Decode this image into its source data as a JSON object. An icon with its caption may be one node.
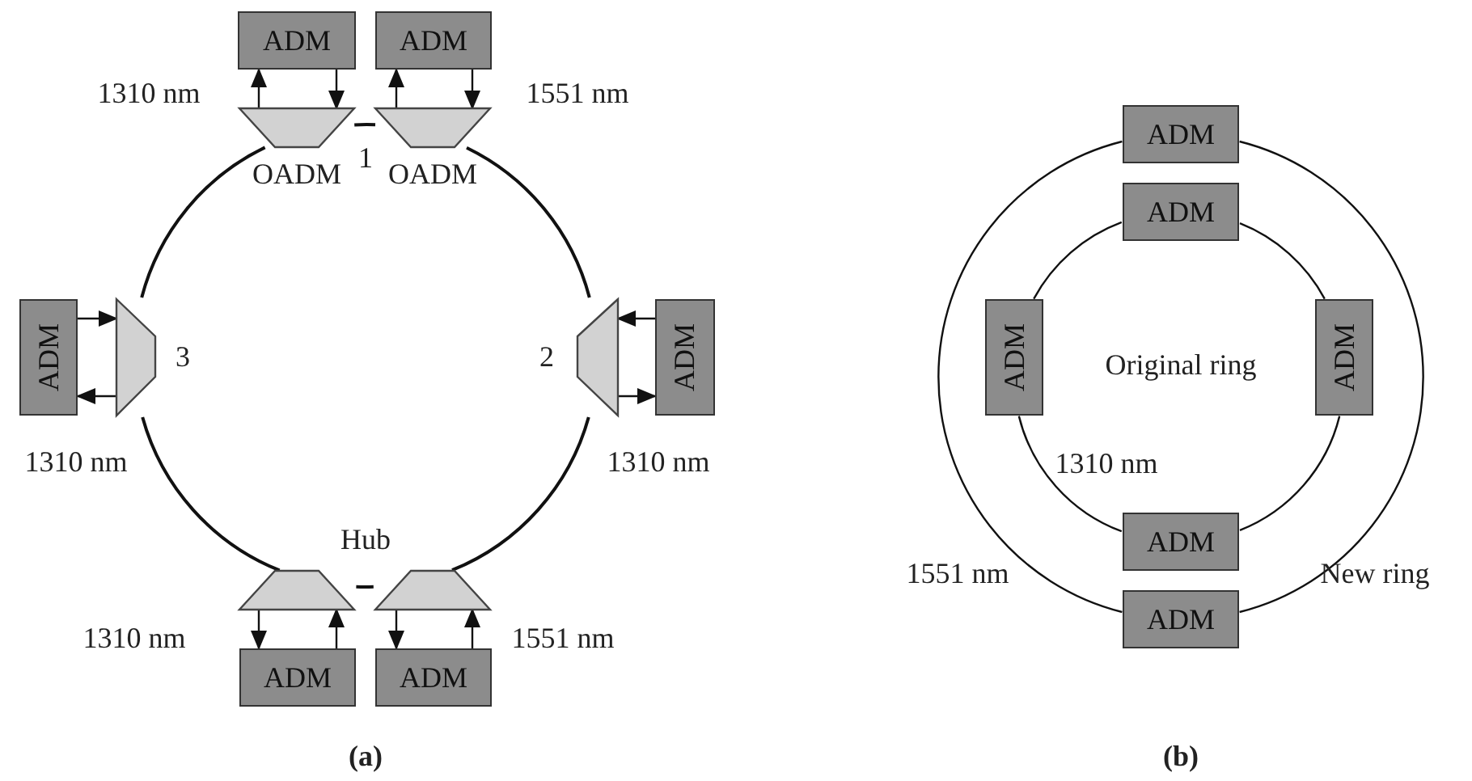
{
  "diagram": {
    "nodes": [
      {
        "text": [
          "ADM"
        ]
      },
      {
        "text": [
          "ADM"
        ]
      },
      {
        "text": [
          "OADM"
        ]
      },
      {
        "text": [
          "OADM"
        ]
      },
      {
        "text": [
          "ADM"
        ]
      },
      {
        "text": [],
        "shape": "trapezoid",
        "beside": [
          "3"
        ]
      },
      {
        "text": [],
        "shape": "trapezoid",
        "beside": [
          "2"
        ]
      },
      {
        "text": [
          "ADM"
        ]
      },
      {
        "text": [],
        "shape": "trapezoid"
      },
      {
        "text": [],
        "shape": "trapezoid"
      },
      {
        "text": [
          "ADM"
        ]
      },
      {
        "text": [
          "ADM"
        ]
      },
      {
        "text": [
          "ADM"
        ]
      },
      {
        "text": [
          "ADM"
        ]
      },
      {
        "text": [
          "ADM"
        ]
      },
      {
        "text": [
          "ADM"
        ]
      },
      {
        "text": [
          "ADM"
        ]
      },
      {
        "text": [
          "ADM"
        ]
      }
    ],
    "edges": [
      {
        "from": 2,
        "to": 0,
        "arrow": "to"
      },
      {
        "from": 0,
        "to": 2,
        "arrow": "to"
      },
      {
        "from": 3,
        "to": 1,
        "arrow": "to"
      },
      {
        "from": 1,
        "to": 3,
        "arrow": "to"
      },
      {
        "from": 4,
        "to": 5,
        "arrow": "to"
      },
      {
        "from": 5,
        "to": 4,
        "arrow": "to"
      },
      {
        "from": 7,
        "to": 6,
        "arrow": "to"
      },
      {
        "from": 6,
        "to": 7,
        "arrow": "to"
      },
      {
        "from": 8,
        "to": 10,
        "arrow": "to"
      },
      {
        "from": 10,
        "to": 8,
        "arrow": "to"
      },
      {
        "from": 9,
        "to": 11,
        "arrow": "to"
      },
      {
        "from": 11,
        "to": 9,
        "arrow": "to"
      },
      {
        "from": 2,
        "to": 3,
        "arrow": "none"
      },
      {
        "from": 3,
        "to": 6,
        "arrow": "none"
      },
      {
        "from": 6,
        "to": 9,
        "arrow": "none"
      },
      {
        "from": 9,
        "to": 8,
        "arrow": "none"
      },
      {
        "from": 8,
        "to": 5,
        "arrow": "none"
      },
      {
        "from": 5,
        "to": 2,
        "arrow": "none"
      },
      {
        "from": 12,
        "to": 17,
        "arrow": "none"
      },
      {
        "from": 12,
        "to": 17,
        "arrow": "none"
      },
      {
        "from": 13,
        "to": 15,
        "arrow": "none"
      },
      {
        "from": 15,
        "to": 16,
        "arrow": "none"
      },
      {
        "from": 16,
        "to": 14,
        "arrow": "none"
      },
      {
        "from": 14,
        "to": 13,
        "arrow": "none"
      }
    ],
    "labels": [
      "1310 nm",
      "1551 nm",
      "1",
      "1310 nm",
      "1310 nm",
      "Hub",
      "1310 nm",
      "1551 nm",
      "(a)",
      "Original ring",
      "1310 nm",
      "1551 nm",
      "New ring",
      "(b)"
    ]
  }
}
